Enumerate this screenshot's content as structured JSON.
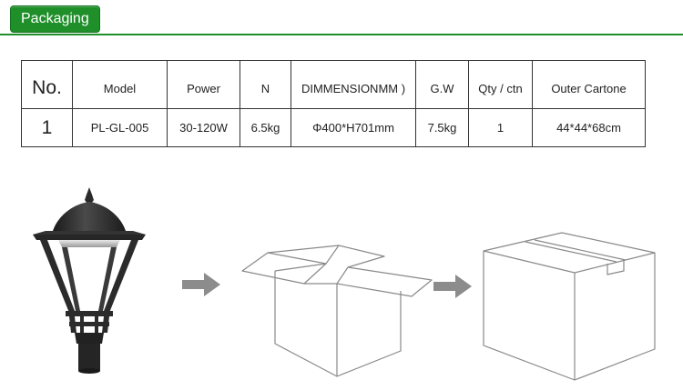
{
  "header": {
    "title": "Packaging"
  },
  "table": {
    "headers": [
      "No.",
      "Model",
      "Power",
      "N",
      "DIMMENSIONMM )",
      "G.W",
      "Qty / ctn",
      "Outer Cartone"
    ],
    "rows": [
      [
        "1",
        "PL-GL-005",
        "30-120W",
        "6.5kg",
        "Φ400*H701mm",
        "7.5kg",
        "1",
        "44*44*68cm"
      ]
    ]
  },
  "colors": {
    "accent": "#1f8f2a",
    "arrow": "#8c8c8c",
    "lamp": "#2b2b2b"
  },
  "icons": [
    "street-lamp-icon",
    "arrow-right-icon",
    "open-box-icon",
    "closed-box-icon"
  ]
}
